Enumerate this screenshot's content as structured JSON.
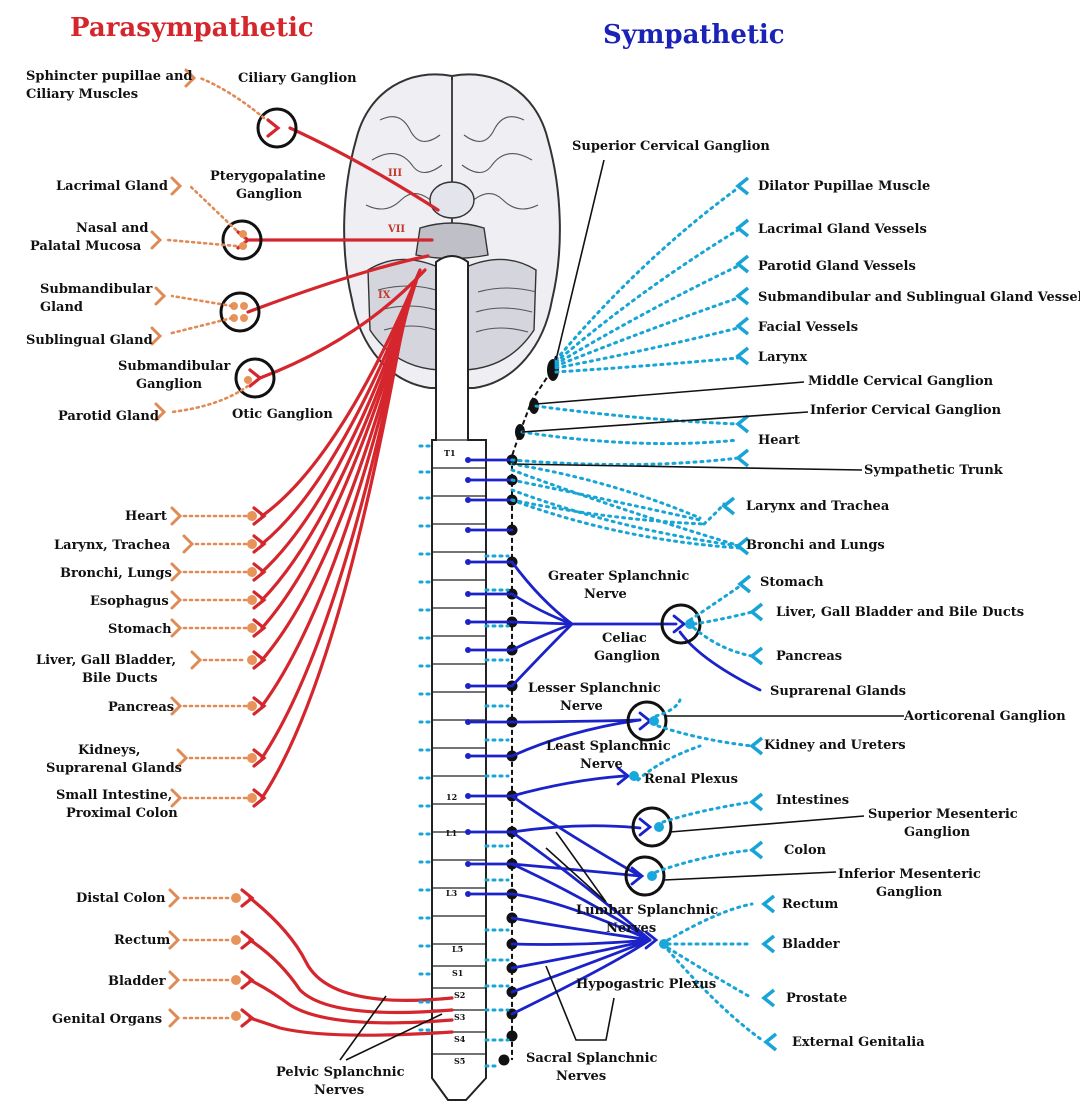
{
  "titles": {
    "parasympathetic": "Parasympathetic",
    "sympathetic": "Sympathetic"
  },
  "cranial_nerves": {
    "iii": "III",
    "vii": "VII",
    "ix": "IX"
  },
  "para_head_labels": {
    "sphincter_line1": "Sphincter pupillae and",
    "sphincter_line2": "Ciliary Muscles",
    "ciliary_ganglion": "Ciliary Ganglion",
    "lacrimal_gland": "Lacrimal Gland",
    "ptery_line1": "Pterygopalatine",
    "ptery_line2": "Ganglion",
    "nasal_line1": "Nasal and",
    "nasal_line2": "Palatal Mucosa",
    "submand_gland_line1": "Submandibular",
    "submand_gland_line2": "Gland",
    "sublingual_gland": "Sublingual Gland",
    "submand_ganglion_line1": "Submandibular",
    "submand_ganglion_line2": "Ganglion",
    "parotid_gland": "Parotid Gland",
    "otic_ganglion": "Otic Ganglion"
  },
  "para_organs": {
    "heart": "Heart",
    "larynx": "Larynx, Trachea",
    "bronchi": "Bronchi, Lungs",
    "esophagus": "Esophagus",
    "stomach": "Stomach",
    "liver_line1": "Liver, Gall Bladder,",
    "liver_line2": "Bile Ducts",
    "pancreas": "Pancreas",
    "kidneys_line1": "Kidneys,",
    "kidneys_line2": "Suprarenal Glands",
    "small_line1": "Small Intestine,",
    "small_line2": "Proximal Colon",
    "distal_colon": "Distal Colon",
    "rectum": "Rectum",
    "bladder": "Bladder",
    "genital": "Genital Organs",
    "pelvic_line1": "Pelvic Splanchnic",
    "pelvic_line2": "Nerves"
  },
  "symp_labels": {
    "superior_cervical": "Superior Cervical Ganglion",
    "dilator": "Dilator Pupillae Muscle",
    "lacrimal_vessels": "Lacrimal Gland Vessels",
    "parotid_vessels": "Parotid Gland Vessels",
    "submand_vessels": "Submandibular and Sublingual Gland Vessels",
    "facial_vessels": "Facial Vessels",
    "larynx": "Larynx",
    "middle_cervical": "Middle Cervical Ganglion",
    "inferior_cervical": "Inferior Cervical Ganglion",
    "heart": "Heart",
    "sympathetic_trunk": "Sympathetic Trunk",
    "larynx_trachea": "Larynx and Trachea",
    "bronchi_lungs": "Bronchi and Lungs",
    "greater_line1": "Greater Splanchnic",
    "greater_line2": "Nerve",
    "stomach": "Stomach",
    "liver": "Liver, Gall Bladder and Bile Ducts",
    "celiac_line1": "Celiac",
    "celiac_line2": "Ganglion",
    "pancreas": "Pancreas",
    "suprarenal": "Suprarenal Glands",
    "lesser_line1": "Lesser Splanchnic",
    "lesser_line2": "Nerve",
    "aorticorenal": "Aorticorenal Ganglion",
    "least_line1": "Least Splanchnic",
    "least_line2": "Nerve",
    "kidney_ureters": "Kidney and Ureters",
    "renal_plexus": "Renal Plexus",
    "intestines": "Intestines",
    "sup_mes_line1": "Superior Mesenteric",
    "sup_mes_line2": "Ganglion",
    "colon": "Colon",
    "inf_mes_line1": "Inferior Mesenteric",
    "inf_mes_line2": "Ganglion",
    "lumbar_line1": "Lumbar Splanchnic",
    "lumbar_line2": "Nerves",
    "rectum": "Rectum",
    "bladder": "Bladder",
    "hypogastric": "Hypogastric Plexus",
    "prostate": "Prostate",
    "external_genitalia": "External Genitalia",
    "sacral_line1": "Sacral Splanchnic",
    "sacral_line2": "Nerves"
  },
  "vertebra_labels": {
    "t1": "T1",
    "t12": "12",
    "l1": "L1",
    "l3": "L3",
    "l5": "L5",
    "s1": "S1",
    "s2": "S2",
    "s3": "S3",
    "s4": "S4",
    "s5": "S5"
  },
  "colors": {
    "parasympathetic": "#d4262c",
    "sympathetic": "#1a22c8",
    "para_target": "#e08a55",
    "symp_target": "#17a4d6"
  }
}
